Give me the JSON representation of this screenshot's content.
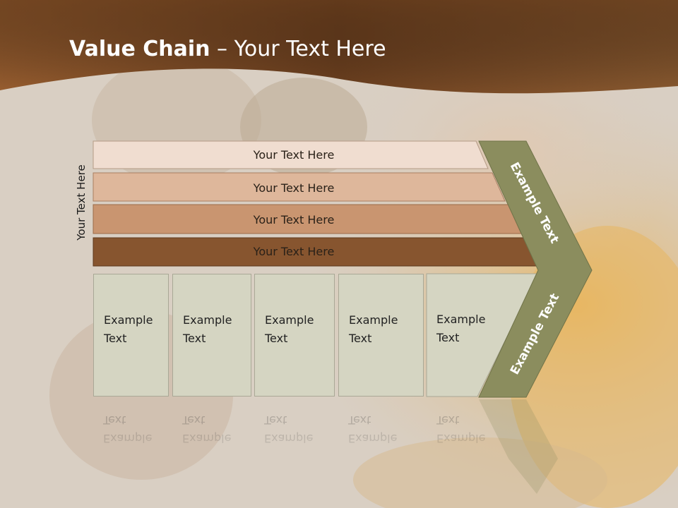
{
  "slide": {
    "title_bold": "Value Chain",
    "title_rest": " – Your Text Here",
    "side_label": "Your Text Here"
  },
  "bars": [
    {
      "label": "Your Text Here",
      "color": "#f0ddd0"
    },
    {
      "label": "Your Text Here",
      "color": "#deb79b"
    },
    {
      "label": "Your Text Here",
      "color": "#c99570"
    },
    {
      "label": "Your Text Here",
      "color": "#87552f"
    }
  ],
  "boxes": [
    {
      "label": "Example\nText"
    },
    {
      "label": "Example\nText"
    },
    {
      "label": "Example\nText"
    },
    {
      "label": "Example\nText"
    },
    {
      "label": "Example\nText"
    }
  ],
  "chevron": {
    "top_label": "Example Text",
    "bottom_label": "Example Text",
    "color": "#8b8d5e"
  },
  "colors": {
    "header_brown": "#7a4a22",
    "box_fill": "#d5d5c2"
  }
}
